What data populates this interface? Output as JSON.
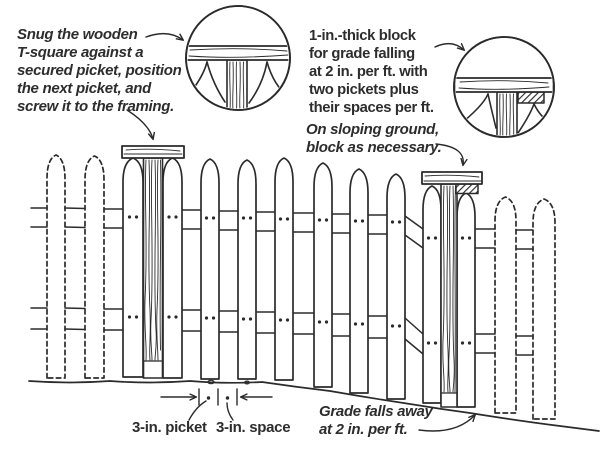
{
  "canvas": {
    "background": "#ffffff",
    "ink_color": "#2b2b2b",
    "text_color": "#2d2d2d"
  },
  "annotations": {
    "snug_note": "Snug the wooden\nT-square against a\nsecured picket, position\nthe next picket, and\nscrew it to the framing.",
    "block_note": "1-in.-thick block\nfor grade falling\nat 2 in. per ft. with\ntwo pickets plus\ntheir spaces per ft.",
    "sloping_note": "On sloping ground,\nblock as necessary.",
    "grade_note": "Grade falls away\nat 2 in. per ft.",
    "picket_dim_label": "3-in. picket",
    "space_dim_label": "3-in. space"
  }
}
